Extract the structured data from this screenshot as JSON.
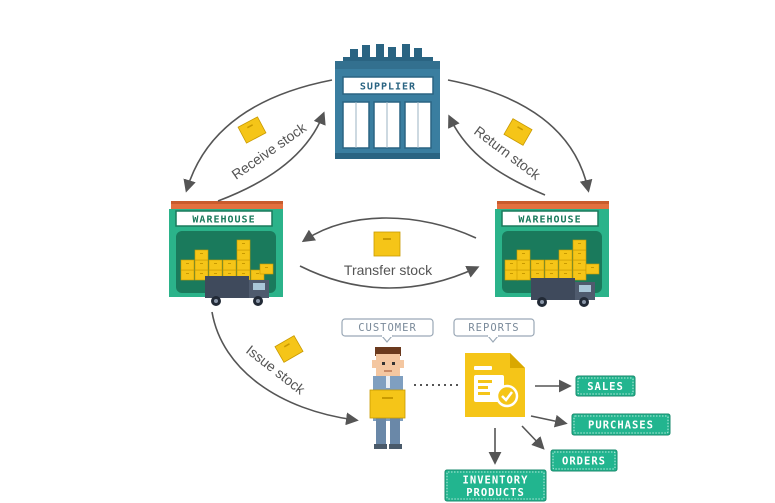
{
  "supplier": {
    "label": "SUPPLIER"
  },
  "warehouses": [
    {
      "label": "WAREHOUSE"
    },
    {
      "label": "WAREHOUSE"
    }
  ],
  "flows": {
    "receive": "Receive stock",
    "return": "Return stock",
    "transfer": "Transfer stock",
    "issue": "Issue stock"
  },
  "tags": {
    "customer": "CUSTOMER",
    "reports": "REPORTS"
  },
  "reports": {
    "sales": "SALES",
    "purchases": "PURCHASES",
    "orders": "ORDERS",
    "inventory_line1": "INVENTORY",
    "inventory_line2": "PRODUCTS"
  },
  "colors": {
    "supplier": "#3a7ea0",
    "warehouse": "#2bb38a",
    "warehouse_dark": "#1a7a5c",
    "roof": "#e3703f",
    "box": "#f5c518",
    "truck": "#3f4a5c",
    "pill": "#22b58f",
    "arrow": "#555555"
  }
}
